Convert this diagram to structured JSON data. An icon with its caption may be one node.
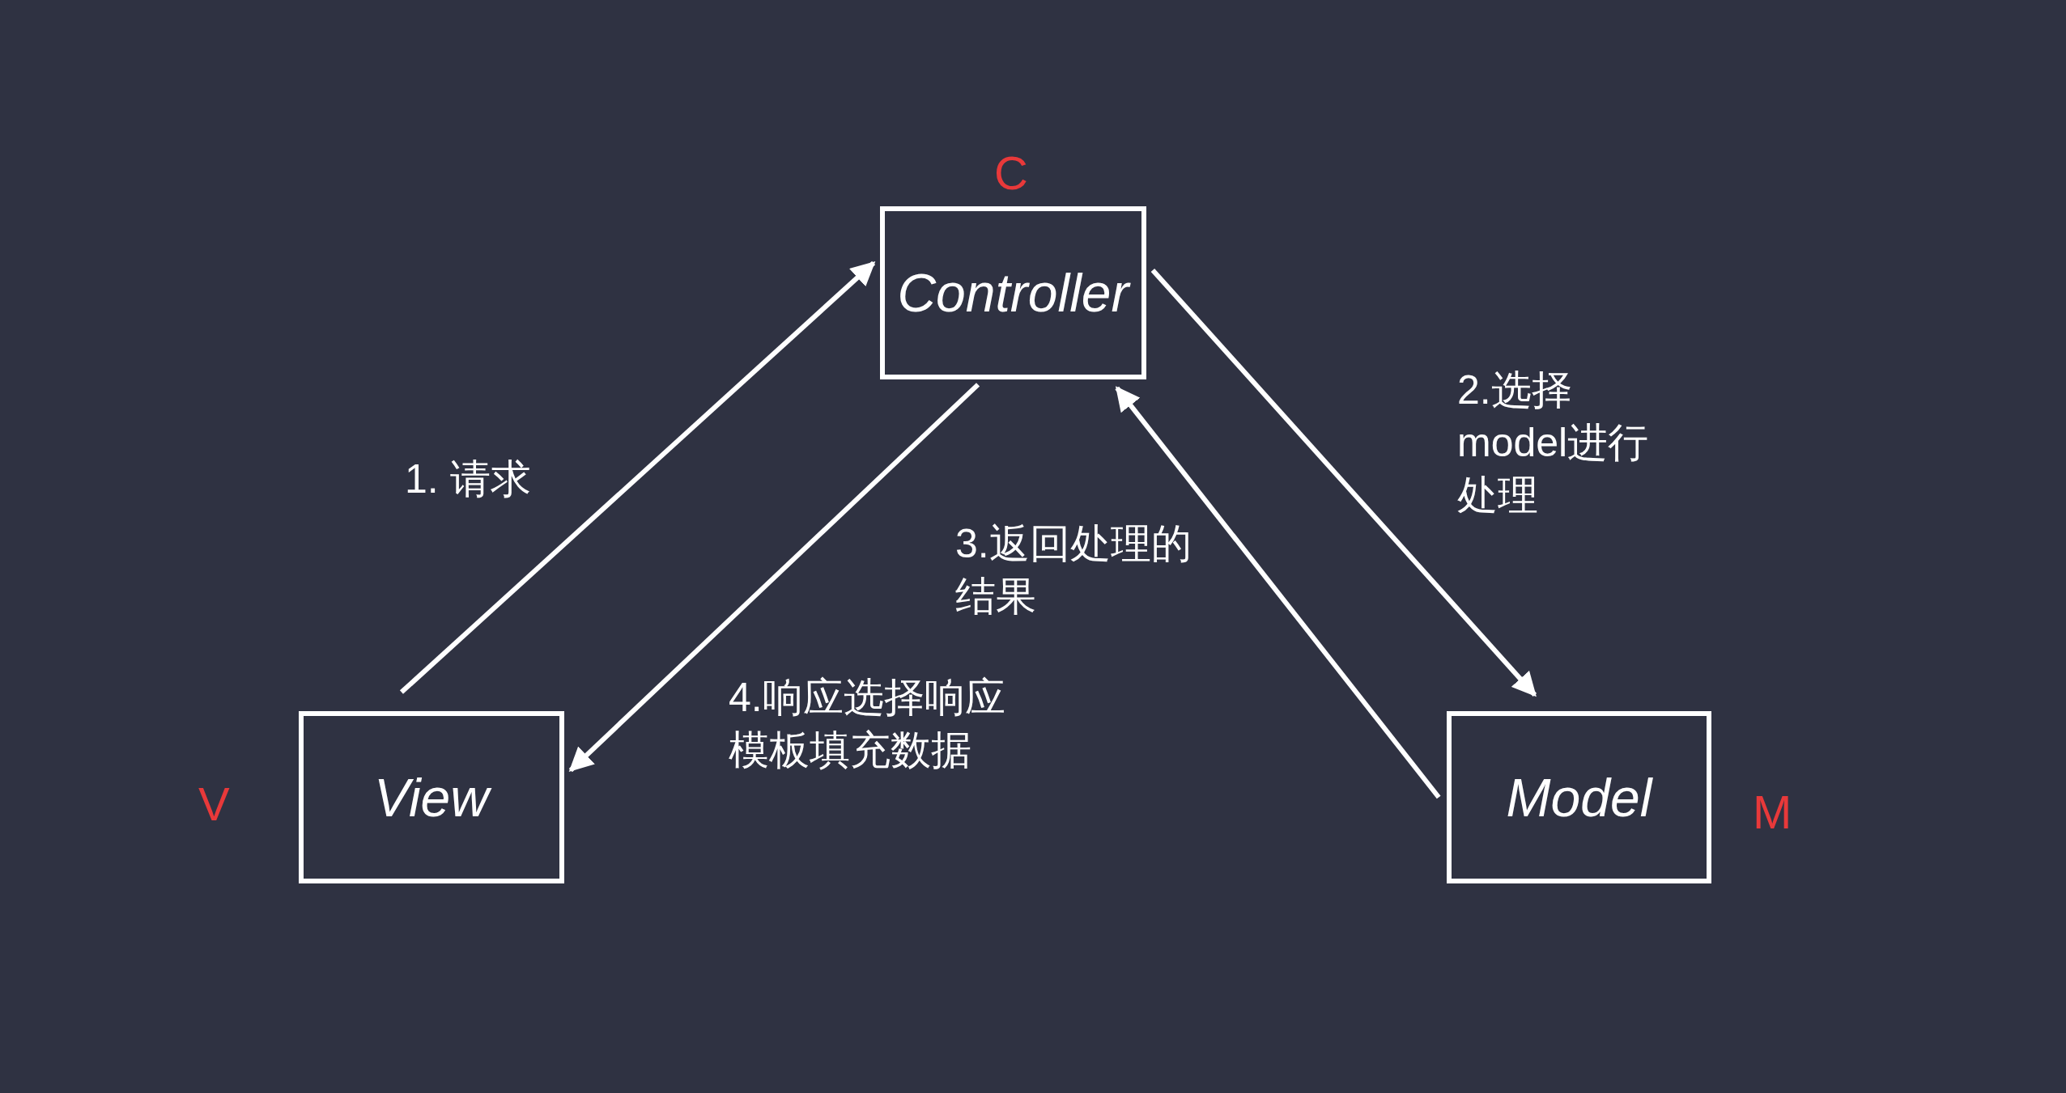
{
  "diagram": {
    "nodes": [
      {
        "text": [
          "Controller"
        ],
        "beside": [
          "C"
        ]
      },
      {
        "text": [
          "View"
        ],
        "beside": [
          "V"
        ]
      },
      {
        "text": [
          "Model"
        ],
        "beside": [
          "M"
        ]
      }
    ],
    "edges": [
      {
        "from": 1,
        "to": 0,
        "arrow": "to",
        "label": "1. 请求"
      },
      {
        "from": 0,
        "to": 2,
        "arrow": "to",
        "label": "2.选择model进行处理"
      },
      {
        "from": 2,
        "to": 0,
        "arrow": "to",
        "label": "3.返回处理的结果"
      },
      {
        "from": 0,
        "to": 1,
        "arrow": "to",
        "label": "4.响应选择响应模板填充数据"
      }
    ]
  }
}
